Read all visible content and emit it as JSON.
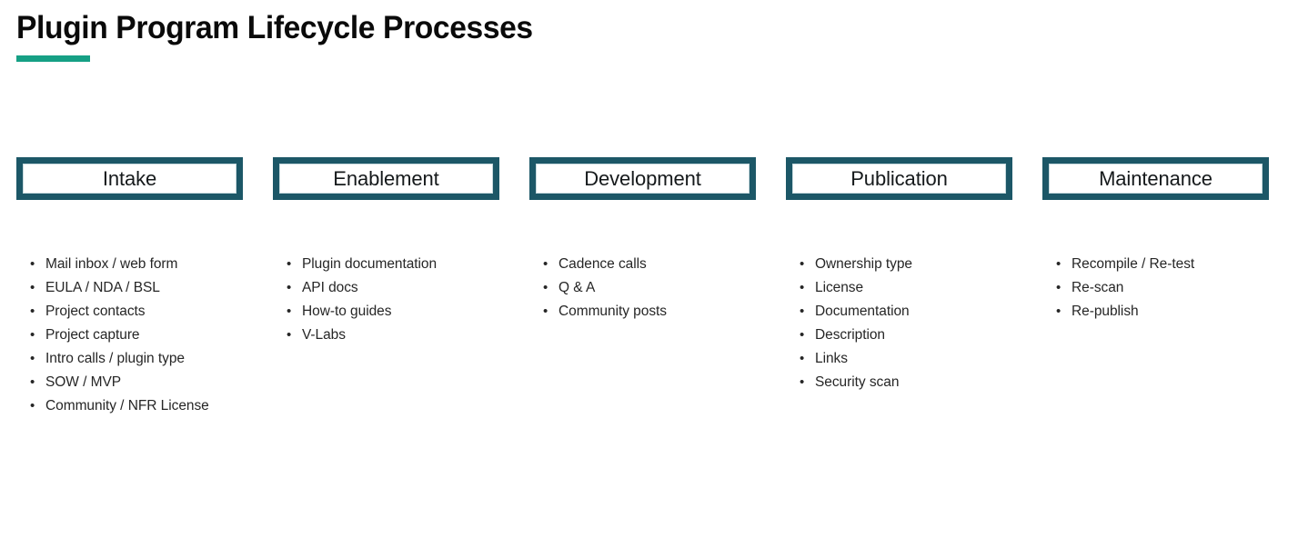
{
  "page": {
    "title": "Plugin Program Lifecycle Processes",
    "accent_color": "#16a085",
    "box_border_color": "#1c5767",
    "text_color": "#262626",
    "background_color": "#ffffff",
    "bullet_glyph": "•"
  },
  "stages": [
    {
      "label": "Intake",
      "items": [
        "Mail inbox / web form",
        "EULA / NDA / BSL",
        "Project contacts",
        "Project capture",
        "Intro calls / plugin type",
        "SOW / MVP",
        "Community / NFR License"
      ]
    },
    {
      "label": "Enablement",
      "items": [
        "Plugin documentation",
        "API docs",
        "How-to guides",
        "V-Labs"
      ]
    },
    {
      "label": "Development",
      "items": [
        "Cadence calls",
        "Q & A",
        "Community posts"
      ]
    },
    {
      "label": "Publication",
      "items": [
        "Ownership type",
        "License",
        "Documentation",
        "Description",
        "Links",
        "Security scan"
      ]
    },
    {
      "label": "Maintenance",
      "items": [
        "Recompile / Re-test",
        "Re-scan",
        "Re-publish"
      ]
    }
  ]
}
